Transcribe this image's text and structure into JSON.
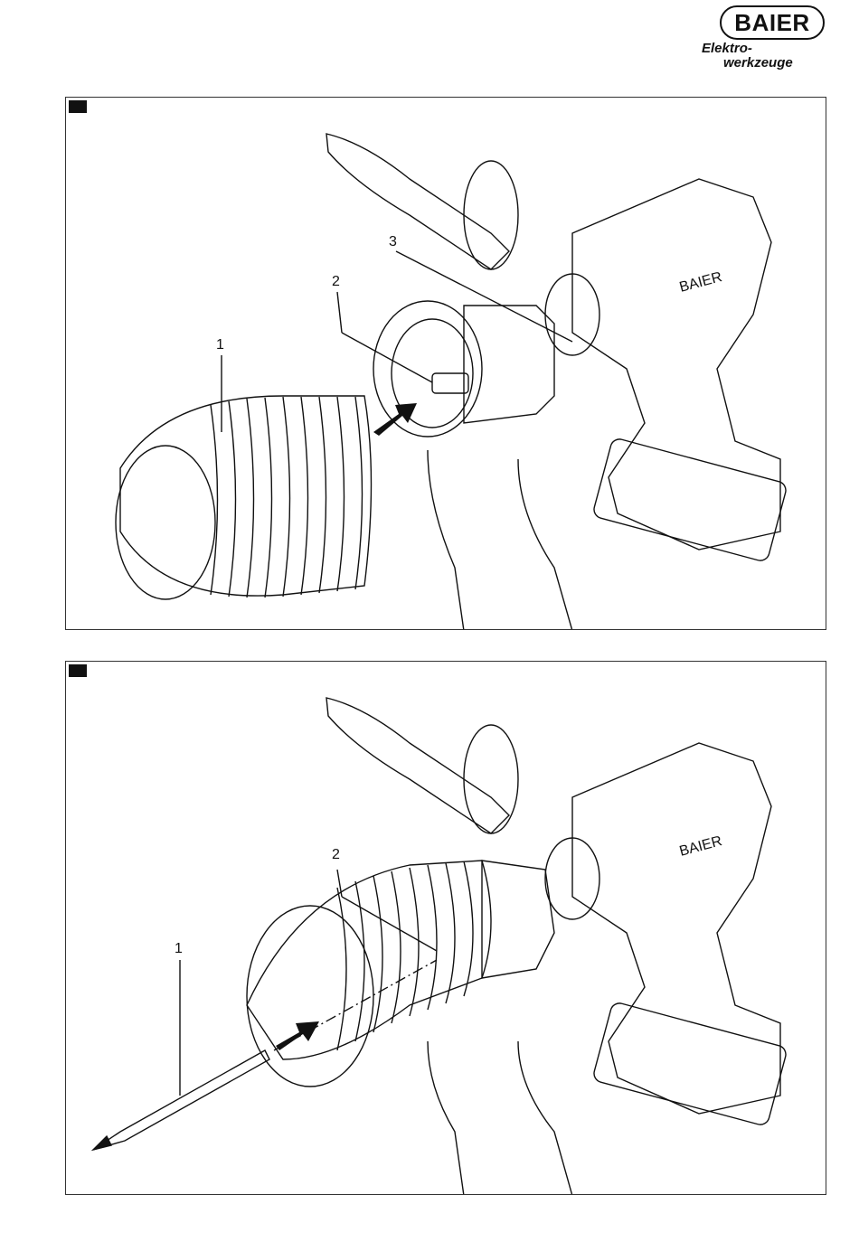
{
  "logo": {
    "name": "BAIER",
    "sub_line1": "Elektro-",
    "sub_line2": "werkzeuge"
  },
  "figure_a": {
    "callouts": [
      "1",
      "2",
      "3"
    ],
    "tool_label": "BAIER"
  },
  "figure_b": {
    "callouts": [
      "1",
      "2"
    ],
    "tool_label": "BAIER"
  }
}
